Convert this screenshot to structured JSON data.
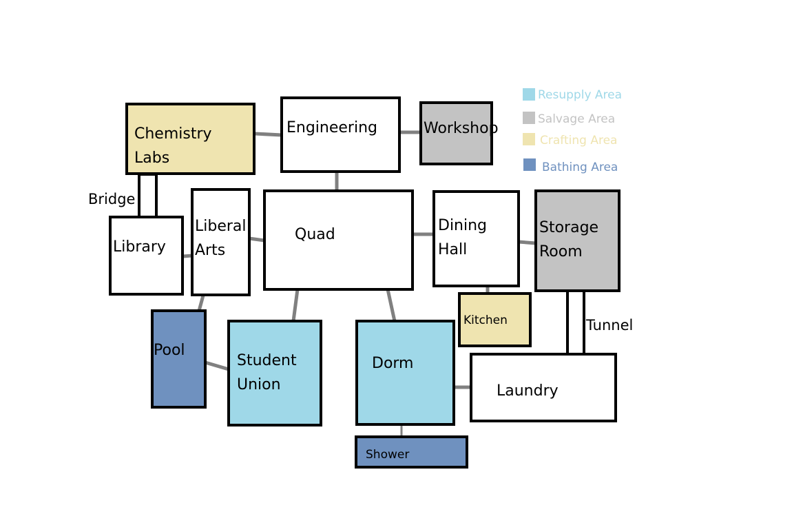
{
  "colors": {
    "resupply": "#9fd8e8",
    "salvage": "#c3c3c3",
    "crafting": "#efe4b0",
    "bathing": "#6f91bf",
    "plain": "#ffffff",
    "connector": "#808080"
  },
  "legend": [
    {
      "label": "Resupply Area",
      "color": "#9fd8e8"
    },
    {
      "label": "Salvage Area",
      "color": "#c3c3c3"
    },
    {
      "label": "Crafting Area",
      "color": "#efe4b0"
    },
    {
      "label": "Bathing Area",
      "color": "#6f91bf"
    }
  ],
  "rooms": {
    "chemistry_labs": "Chemistry\nLabs",
    "engineering": "Engineering",
    "workshop": "Workshop",
    "library": "Library",
    "liberal_arts": "Liberal\nArts",
    "quad": "Quad",
    "dining_hall": "Dining\nHall",
    "storage_room": "Storage\nRoom",
    "kitchen": "Kitchen",
    "pool": "Pool",
    "student_union": "Student\nUnion",
    "dorm": "Dorm",
    "laundry": "Laundry",
    "shower": "Shower"
  },
  "passages": {
    "bridge": "Bridge",
    "tunnel": "Tunnel"
  }
}
